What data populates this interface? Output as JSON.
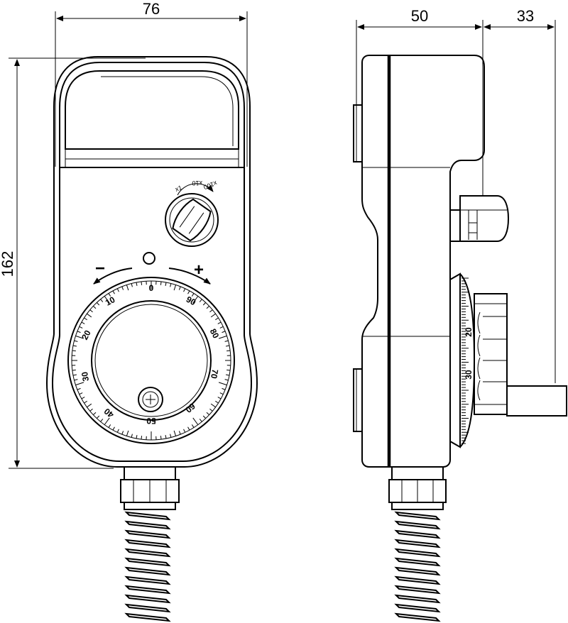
{
  "dimensions": {
    "front_width": "76",
    "height": "162",
    "side_depth": "50",
    "wheel_depth": "33"
  },
  "selector": {
    "labels": [
      "x1",
      "x10",
      "x100"
    ]
  },
  "jog": {
    "minus": "−",
    "plus": "+",
    "scale_labels": [
      "0",
      "10",
      "20",
      "30",
      "40",
      "50",
      "60",
      "70",
      "80",
      "90"
    ]
  },
  "colors": {
    "line": "#000000",
    "background": "#ffffff"
  }
}
